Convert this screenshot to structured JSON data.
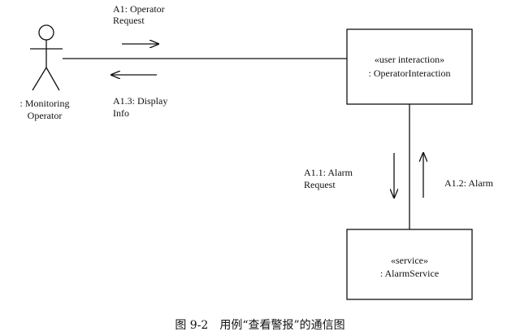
{
  "diagram": {
    "actor": {
      "name_line1": ": Monitoring",
      "name_line2": "Operator"
    },
    "objects": {
      "user_interaction": {
        "stereotype": "«user interaction»",
        "name": ": OperatorInteraction"
      },
      "service": {
        "stereotype": "«service»",
        "name": ": AlarmService"
      }
    },
    "messages": {
      "a1": {
        "line1": "A1: Operator",
        "line2": "Request",
        "direction": "right"
      },
      "a1_3": {
        "line1": "A1.3: Display",
        "line2": "Info",
        "direction": "left"
      },
      "a1_1": {
        "line1": "A1.1: Alarm",
        "line2": "Request",
        "direction": "down"
      },
      "a1_2": {
        "line1": "A1.2: Alarm",
        "direction": "up"
      }
    },
    "caption": "图 9-2　用例“查看警报”的通信图"
  }
}
